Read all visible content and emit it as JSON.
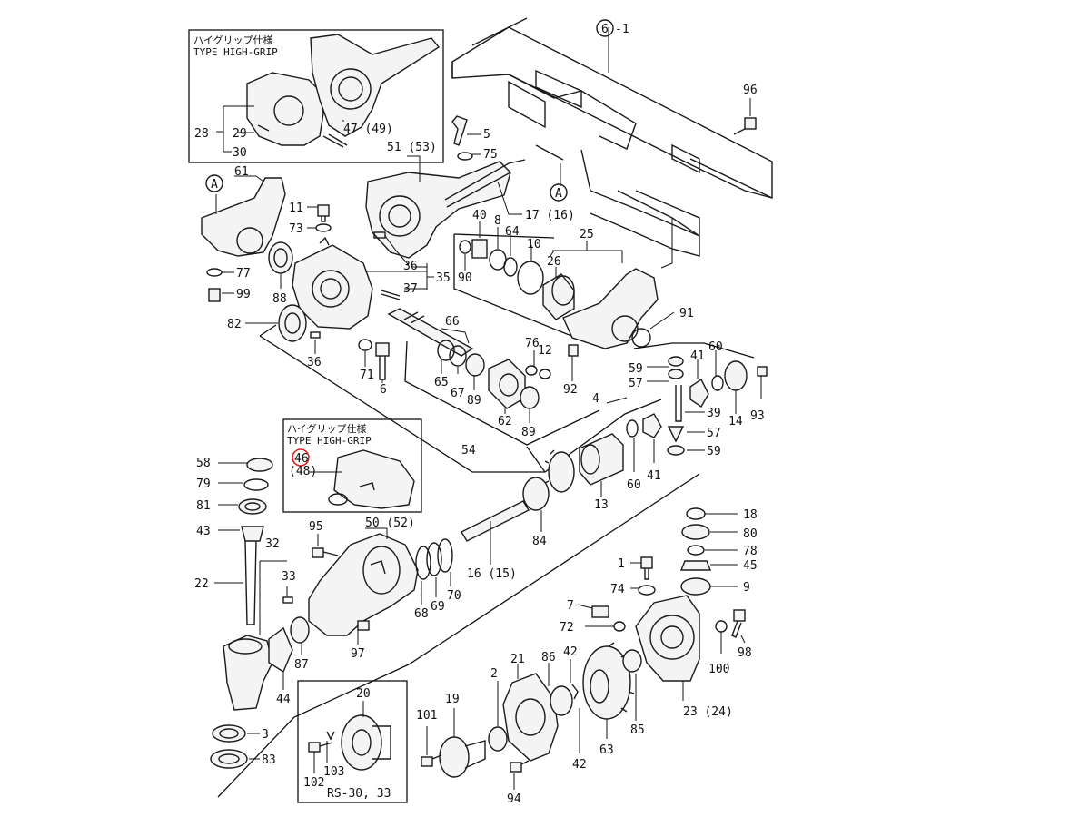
{
  "insets": {
    "top": {
      "title_jp": "ハイグリップ仕様",
      "title_en": "TYPE HIGH-GRIP"
    },
    "middle": {
      "title_jp": "ハイグリップ仕様",
      "title_en": "TYPE HIGH-GRIP"
    },
    "bottom": {
      "title": "RS-30, 33"
    }
  },
  "callouts": {
    "c6": "6",
    "c6_suffix": "-1",
    "cA1": "A",
    "cA2": "A",
    "p96": "96",
    "p28": "28",
    "p29": "29",
    "p30": "30",
    "p47": "47 (49)",
    "p51": "51 (53)",
    "p5": "5",
    "p75": "75",
    "p17": "17 (16)",
    "p61": "61",
    "p11": "11",
    "p73": "73",
    "p77": "77",
    "p99": "99",
    "p88": "88",
    "p36a": "36",
    "p35": "35",
    "p37": "37",
    "p40": "40",
    "p8": "8",
    "p64": "64",
    "p10": "10",
    "p25": "25",
    "p26": "26",
    "p90": "90",
    "p91": "91",
    "p82": "82",
    "p36b": "36",
    "p71": "71",
    "p6": "6",
    "p66": "66",
    "p76": "76",
    "p12": "12",
    "p65": "65",
    "p67": "67",
    "p89a": "89",
    "p62": "62",
    "p89b": "89",
    "p92": "92",
    "p59a": "59",
    "p41a": "41",
    "p60a": "60",
    "p57a": "57",
    "p93": "93",
    "p14": "14",
    "p4": "4",
    "p39": "39",
    "p57b": "57",
    "p59b": "59",
    "p54": "54",
    "p41b": "41",
    "p60b": "60",
    "p13": "13",
    "p46": "46",
    "p48": "(48)",
    "p58": "58",
    "p79": "79",
    "p81": "81",
    "p43": "43",
    "p32": "32",
    "p33": "33",
    "p22": "22",
    "p95": "95",
    "p50": "50 (52)",
    "p84": "84",
    "p16": "16 (15)",
    "p18": "18",
    "p80": "80",
    "p78": "78",
    "p45": "45",
    "p1": "1",
    "p74": "74",
    "p9": "9",
    "p7": "7",
    "p72": "72",
    "p68": "68",
    "p69": "69",
    "p70": "70",
    "p44": "44",
    "p87": "87",
    "p97": "97",
    "p100": "100",
    "p98": "98",
    "p3": "3",
    "p83": "83",
    "p20": "20",
    "p21": "21",
    "p86": "86",
    "p42a": "42",
    "p2": "2",
    "p19": "19",
    "p101": "101",
    "p63": "63",
    "p85": "85",
    "p23": "23 (24)",
    "p42b": "42",
    "p103": "103",
    "p102": "102",
    "p94": "94"
  },
  "highlight": {
    "color": "#e02020"
  }
}
